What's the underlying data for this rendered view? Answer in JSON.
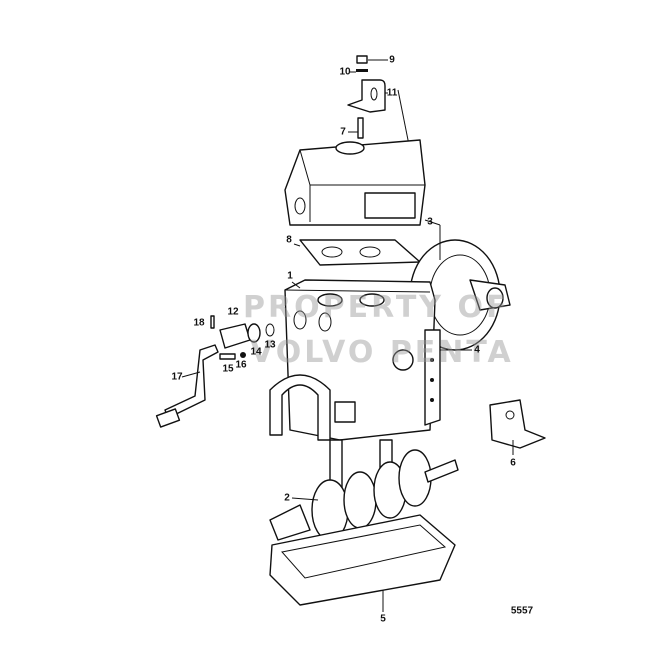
{
  "diagram": {
    "drawing_number": "5557",
    "watermark": [
      "PROPERTY OF",
      "VOLVO PENTA"
    ],
    "part_labels": [
      "1",
      "2",
      "3",
      "4",
      "5",
      "6",
      "7",
      "8",
      "9",
      "10",
      "11",
      "12",
      "13",
      "14",
      "15",
      "16",
      "17",
      "18"
    ],
    "ink_color": "#111111",
    "watermark_color": "#969696"
  }
}
